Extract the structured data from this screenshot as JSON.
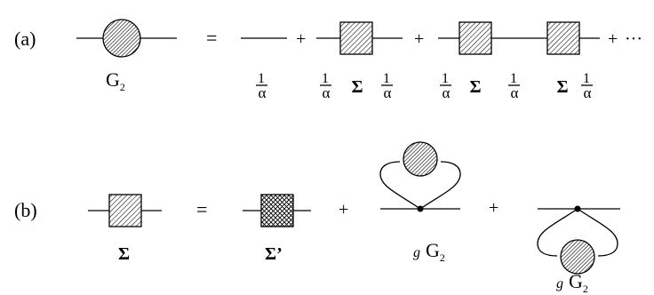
{
  "panel_a": {
    "label": "(a)",
    "equals": "=",
    "plus": "+",
    "ellipsis": "···",
    "lhs_caption": "G",
    "lhs_caption_sub": "2",
    "frac_num": "1",
    "frac_den": "α",
    "sigma": "Σ"
  },
  "panel_b": {
    "label": "(b)",
    "equals": "=",
    "plus": "+",
    "lhs_caption": "Σ",
    "term1_caption": "Σ’",
    "coupling": "g",
    "g_caption": "G",
    "g_caption_sub": "2"
  },
  "colors": {
    "ink": "#000000",
    "background": "#ffffff"
  }
}
